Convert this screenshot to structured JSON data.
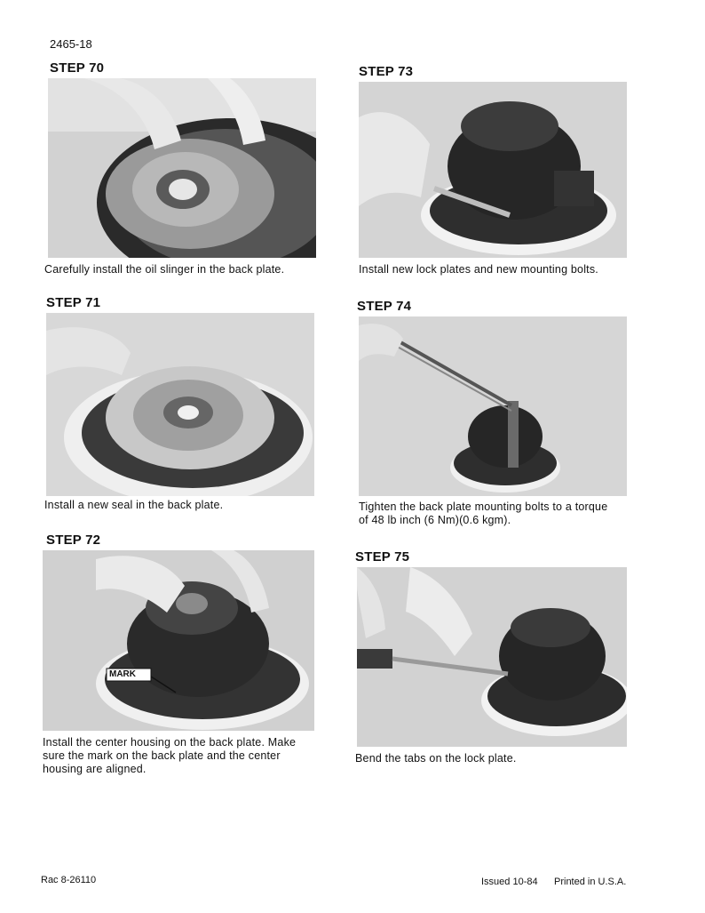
{
  "header": {
    "page_number": "2465-18"
  },
  "steps": [
    {
      "title": "STEP 70",
      "caption_lines": [
        "Carefully install the oil slinger in the back plate."
      ]
    },
    {
      "title": "STEP 71",
      "caption_lines": [
        "Install a new seal in the back plate."
      ]
    },
    {
      "title": "STEP 72",
      "caption_lines": [
        "Install the center housing on the back plate. Make",
        "sure the mark on the back plate and the center",
        "housing are aligned."
      ],
      "photo_label": "MARK"
    },
    {
      "title": "STEP 73",
      "caption_lines": [
        "Install new lock plates and new mounting bolts."
      ]
    },
    {
      "title": "STEP 74",
      "caption_lines": [
        "Tighten the back plate mounting bolts to a torque",
        "of 48 lb inch (6 Nm)(0.6 kgm)."
      ]
    },
    {
      "title": "STEP 75",
      "caption_lines": [
        "Bend the tabs on the lock plate."
      ]
    }
  ],
  "footer": {
    "left": "Rac 8-26110",
    "issued": "Issued 10-84",
    "printed": "Printed in U.S.A."
  }
}
